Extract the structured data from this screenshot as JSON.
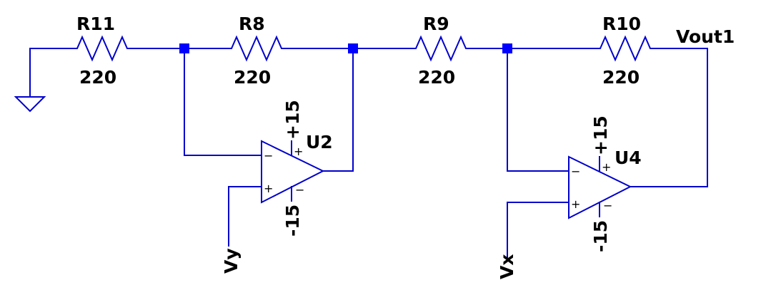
{
  "components": {
    "R11": {
      "name": "R11",
      "value": "220"
    },
    "R8": {
      "name": "R8",
      "value": "220"
    },
    "R9": {
      "name": "R9",
      "value": "220"
    },
    "R10": {
      "name": "R10",
      "value": "220"
    },
    "U2": {
      "name": "U2",
      "supply_pos": "+15",
      "supply_neg": "-15"
    },
    "U4": {
      "name": "U4",
      "supply_pos": "+15",
      "supply_neg": "-15"
    }
  },
  "nets": {
    "vout": "Vout1",
    "vy": "Vy",
    "vx": "Vx"
  },
  "pin_marks": {
    "minus": "−",
    "plus": "+"
  },
  "colors": {
    "wire": "#0000cc",
    "junction": "#0000ff",
    "text": "#000000"
  }
}
